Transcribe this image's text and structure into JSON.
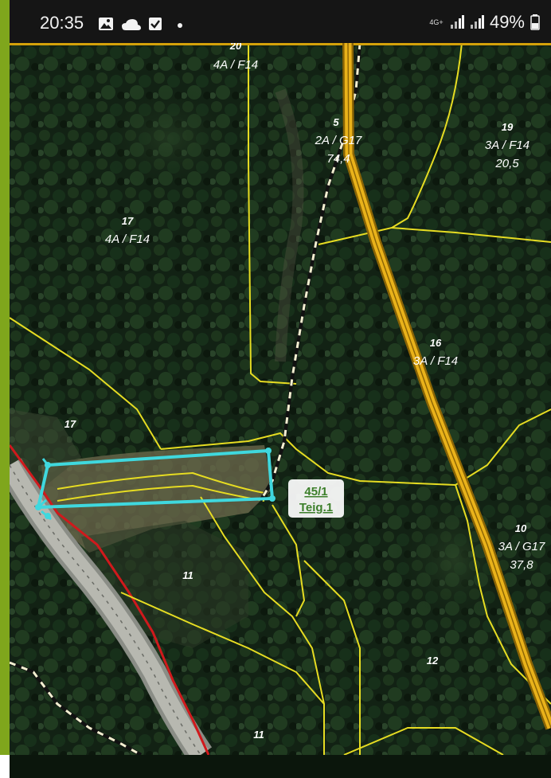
{
  "status_bar": {
    "time": "20:35",
    "network_type": "4G+",
    "battery_percent": "49%",
    "left_icons": [
      "image-icon",
      "cloud-icon",
      "checkbox-icon",
      "dot-icon"
    ],
    "right_icons": [
      "signal-icon",
      "signal-icon",
      "battery-icon"
    ]
  },
  "map": {
    "parcel_labels": [
      {
        "id": "20",
        "class": "4A / F14",
        "extra": ""
      },
      {
        "id": "5",
        "class": "2A / G17",
        "extra": "74,4"
      },
      {
        "id": "19",
        "class": "3A / F14",
        "extra": "20,5"
      },
      {
        "id": "17",
        "class": "4A / F14",
        "extra": ""
      },
      {
        "id": "16",
        "class": "3A / F14",
        "extra": ""
      },
      {
        "id": "17",
        "class": "",
        "extra": ""
      },
      {
        "id": "10",
        "class": "3A / G17",
        "extra": "37,8"
      },
      {
        "id": "11",
        "class": "",
        "extra": ""
      },
      {
        "id": "12",
        "class": "",
        "extra": ""
      },
      {
        "id": "11",
        "class": "",
        "extra": ""
      }
    ],
    "selected_parcel": {
      "number": "45/1",
      "name": "Teig.1"
    },
    "colors": {
      "boundary": "#e6dc22",
      "road": "#d4a10a",
      "selection": "#3fd8de",
      "red_line": "#d0191c",
      "label_green": "#3c7f2a"
    }
  }
}
